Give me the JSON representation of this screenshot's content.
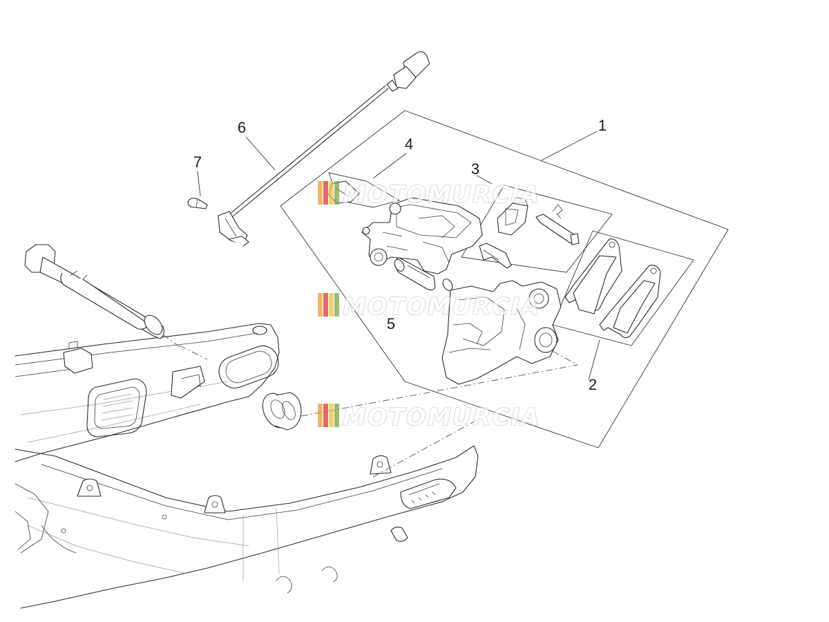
{
  "callouts": [
    {
      "id": "1",
      "label": "1"
    },
    {
      "id": "2",
      "label": "2"
    },
    {
      "id": "3",
      "label": "3"
    },
    {
      "id": "4",
      "label": "4"
    },
    {
      "id": "5",
      "label": "5"
    },
    {
      "id": "6",
      "label": "6"
    },
    {
      "id": "7",
      "label": "7"
    }
  ],
  "watermark": {
    "text": "MOTOMURCIA",
    "stripe_colors": [
      "#e8a23a",
      "#d83a32",
      "#e9c640",
      "#7aa64a"
    ]
  }
}
